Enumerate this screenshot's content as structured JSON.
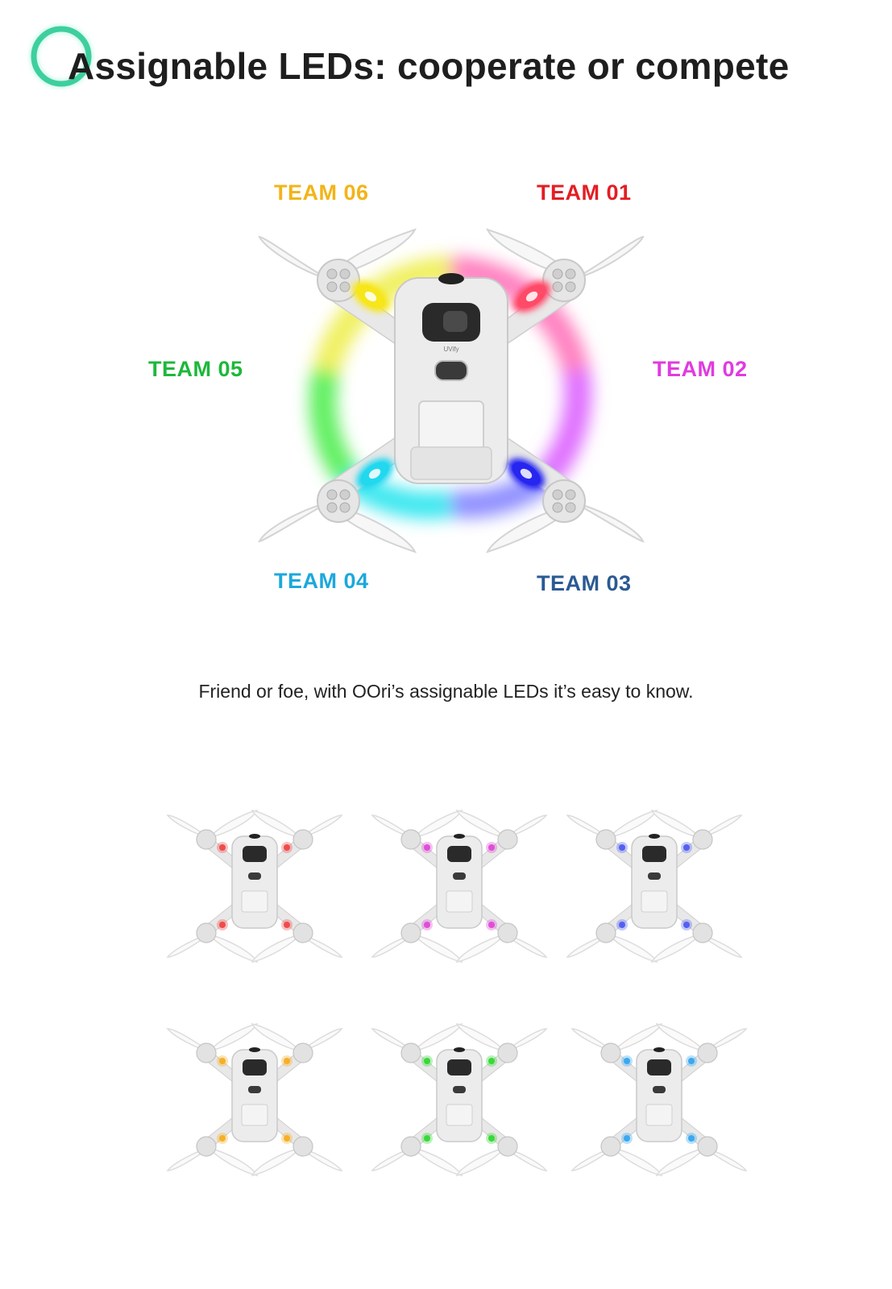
{
  "header": {
    "title": "Assignable LEDs: cooperate or compete",
    "accent_color": "#3ecf9e"
  },
  "teams": [
    {
      "label": "TEAM 06",
      "color": "#f2b418"
    },
    {
      "label": "TEAM 01",
      "color": "#e31e24"
    },
    {
      "label": "TEAM 05",
      "color": "#1db83a"
    },
    {
      "label": "TEAM 02",
      "color": "#e03be0"
    },
    {
      "label": "TEAM 04",
      "color": "#1ca8dd"
    },
    {
      "label": "TEAM 03",
      "color": "#2b5a93"
    }
  ],
  "hero_leds": {
    "front_left": "#f6e61a",
    "front_right": "#ff4a68",
    "rear_left": "#22d8ee",
    "rear_right": "#2626f0"
  },
  "caption": "Friend or foe, with OOri’s assignable LEDs it’s easy to know.",
  "drone_grid": [
    {
      "led_color": "#ee4c4c"
    },
    {
      "led_color": "#e04ed8"
    },
    {
      "led_color": "#5560f0"
    },
    {
      "led_color": "#f5b028"
    },
    {
      "led_color": "#3ad83a"
    },
    {
      "led_color": "#3aa8f0"
    }
  ]
}
